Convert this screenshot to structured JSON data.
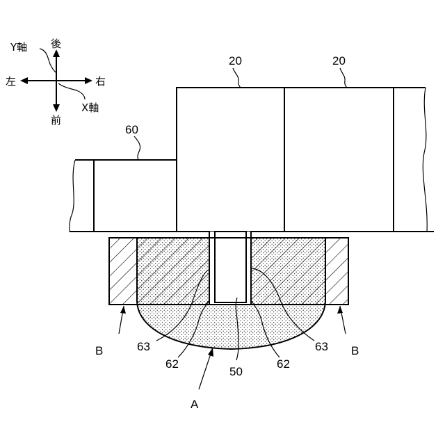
{
  "directions": {
    "back": "後",
    "front": "前",
    "left": "左",
    "right": "右",
    "y_axis": "Y軸",
    "x_axis": "X軸"
  },
  "labels": {
    "block_a": "20",
    "block_b": "20",
    "plate": "60",
    "weld_left_63": "63",
    "weld_right_63": "63",
    "weld_left_62": "62",
    "weld_right_62": "62",
    "bead_50": "50",
    "region_a": "A",
    "region_b_left": "B",
    "region_b_right": "B"
  }
}
